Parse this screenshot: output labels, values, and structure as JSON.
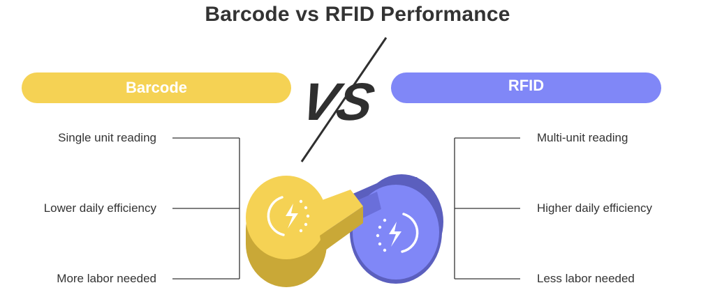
{
  "title": "Barcode vs RFID Performance",
  "colors": {
    "barcode": "#f5d254",
    "rfid": "#8087f7",
    "barcode_dark": "#c9a837",
    "rfid_dark": "#5b5fbe",
    "vs": "#2f2f2f",
    "text": "#333333",
    "lines": "#333333"
  },
  "vs_text": "VS",
  "left": {
    "header": "Barcode",
    "items": [
      "Single unit reading",
      "Lower daily efficiency",
      "More labor needed"
    ],
    "icon": "lightning-bolt-icon"
  },
  "right": {
    "header": "RFID",
    "items": [
      "Multi-unit reading",
      "Higher daily efficiency",
      "Less labor needed"
    ],
    "icon": "lightning-bolt-icon"
  }
}
